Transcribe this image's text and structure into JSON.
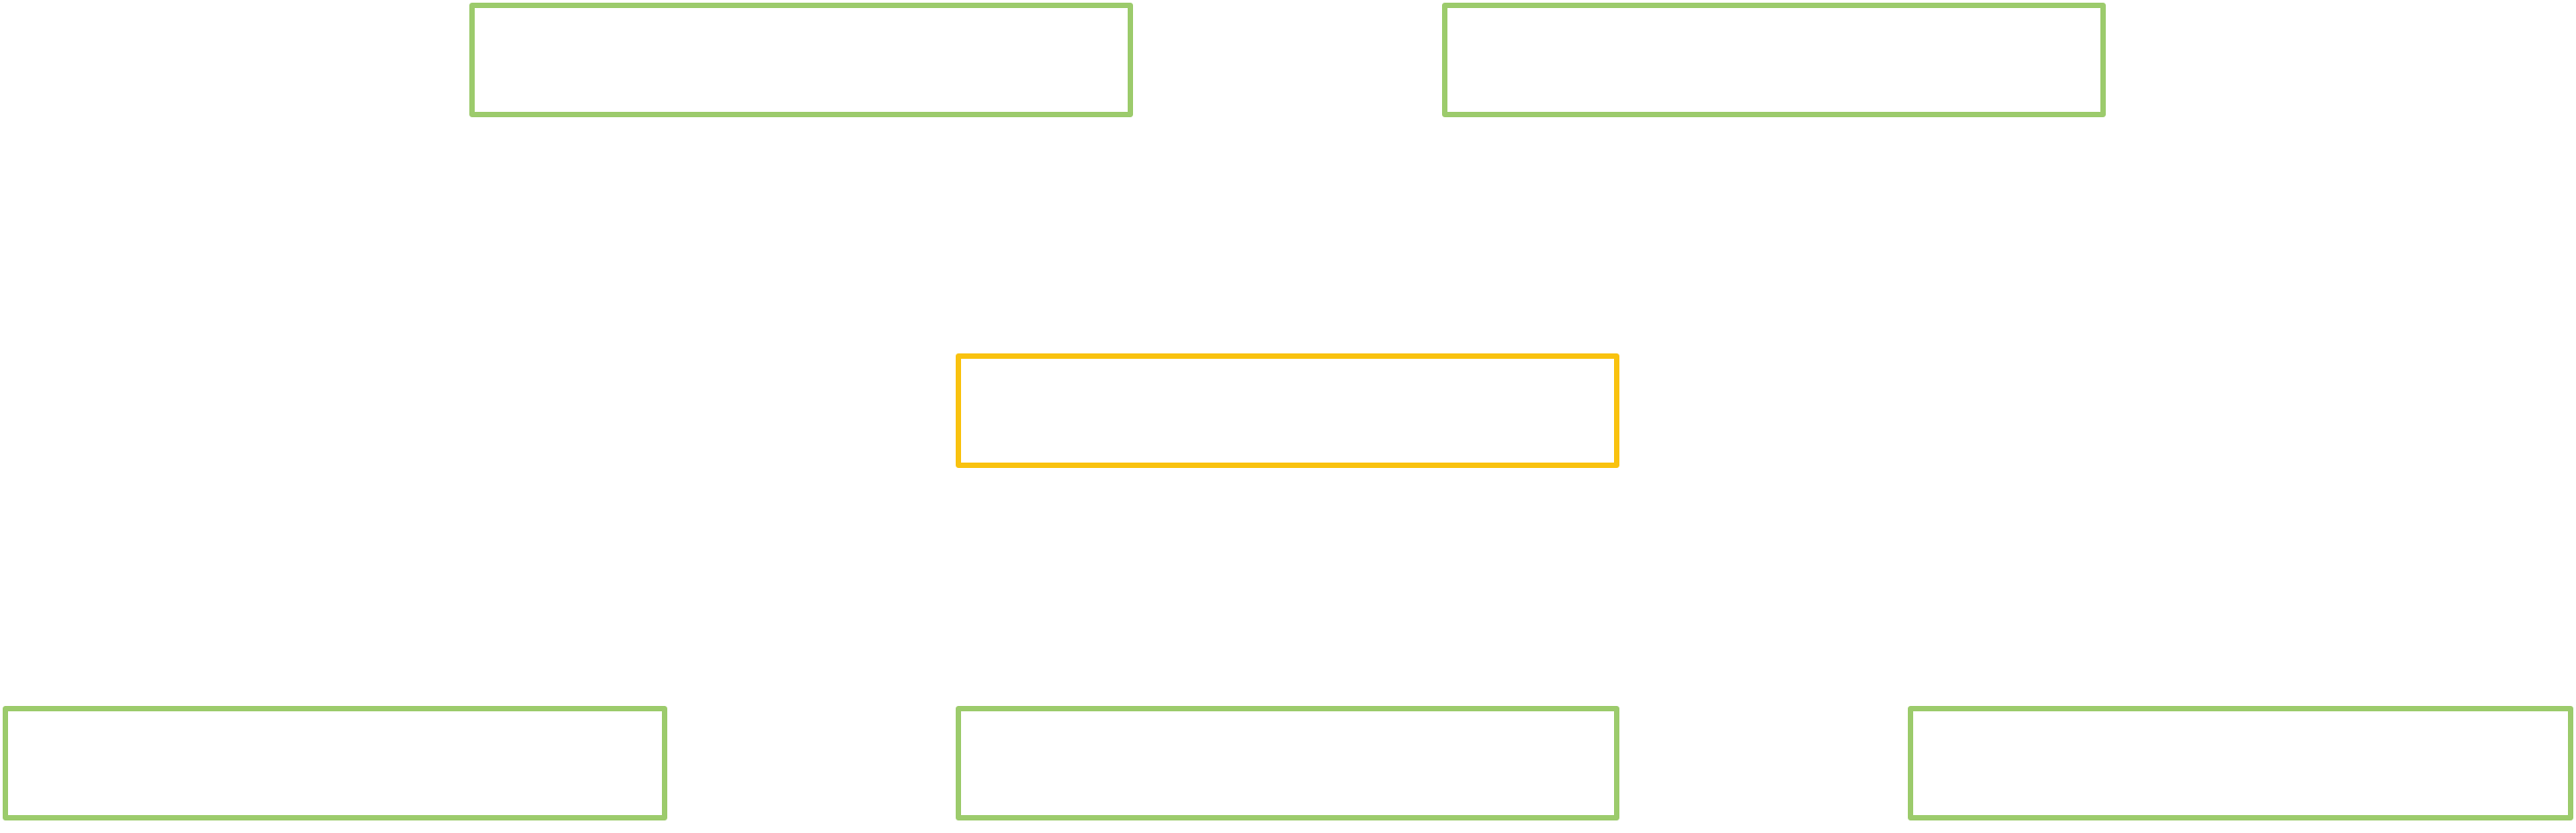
{
  "colors": {
    "node_border": "#9ccb6c",
    "highlight_border": "#f9c20f",
    "background": "#ffffff"
  },
  "nodes": {
    "top_left": {
      "label": "",
      "status": "normal"
    },
    "top_right": {
      "label": "",
      "status": "normal"
    },
    "center": {
      "label": "",
      "status": "highlighted"
    },
    "bottom_left": {
      "label": "",
      "status": "normal"
    },
    "bottom_mid": {
      "label": "",
      "status": "normal"
    },
    "bottom_right": {
      "label": "",
      "status": "normal"
    }
  }
}
